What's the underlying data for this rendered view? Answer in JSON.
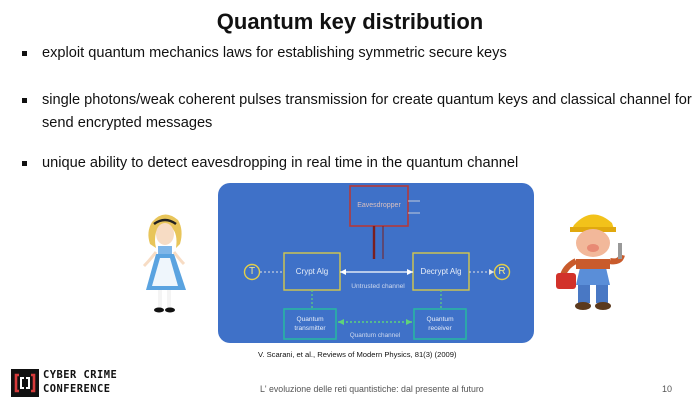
{
  "slide": {
    "title": "Quantum key distribution",
    "bullets": [
      "exploit quantum mechanics laws for establishing symmetric secure keys",
      "single photons/weak coherent pulses transmission for create quantum keys and classical channel for send encrypted messages",
      "unique ability to detect eavesdropping in real time in the quantum channel"
    ],
    "citation": "V. Scarani, et al., Reviews of Modern Physics, 81(3) (2009)",
    "footer": "L' evoluzione delle reti quantistiche: dal presente al futuro",
    "page_number": "10"
  },
  "logo": {
    "line1": "CYBER CRIME",
    "line2": "CONFERENCE",
    "icon": "ccc-bracket-icon"
  },
  "diagram": {
    "eavesdropper": "Eavesdropper",
    "sender": "T",
    "receiver": "R",
    "crypt_alg": "Crypt  Alg",
    "decrypt_alg": "Decrypt  Alg",
    "untrusted_channel": "Untrusted channel",
    "quantum_transmitter": [
      "Quantum",
      "transmitter"
    ],
    "quantum_receiver": [
      "Quantum",
      "receiver"
    ],
    "quantum_channel": "Quantum channel"
  },
  "illustrations": {
    "left": "alice-character",
    "right": "builder-character"
  },
  "colors": {
    "diagram_bg": "#3f71c8",
    "box_border_yellow": "#d6c84a",
    "box_border_teal": "#27b5a2",
    "eavesdropper_border": "#b33a3a",
    "channel_green": "#5fd37a"
  }
}
